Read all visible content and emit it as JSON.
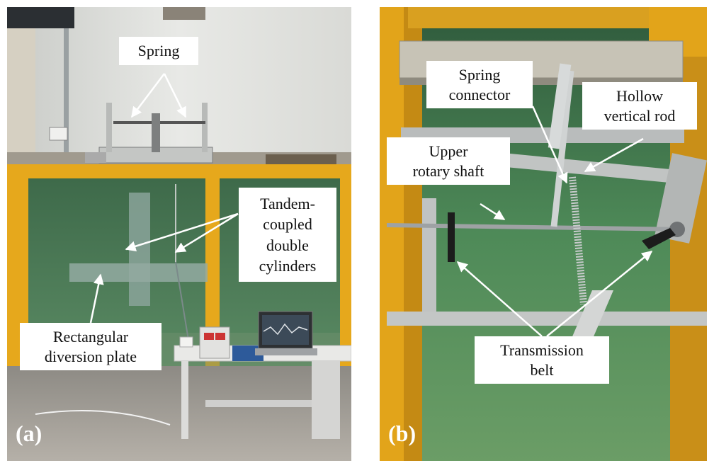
{
  "panels": [
    {
      "letter": "(a)",
      "labels": {
        "spring": "Spring",
        "tandem": [
          "Tandem-",
          "coupled",
          "double",
          "cylinders"
        ],
        "plate": [
          "Rectangular",
          "diversion plate"
        ]
      }
    },
    {
      "letter": "(b)",
      "labels": {
        "spring_connector": [
          "Spring",
          "connector"
        ],
        "hollow_rod": [
          "Hollow",
          "vertical rod"
        ],
        "upper_shaft": [
          "Upper",
          "rotary shaft"
        ],
        "belt": [
          "Transmission",
          "belt"
        ]
      }
    }
  ],
  "colors": {
    "frame_yellow": "#e6a81c",
    "water_green": "#4b7a56",
    "arrow_white": "#ffffff"
  }
}
